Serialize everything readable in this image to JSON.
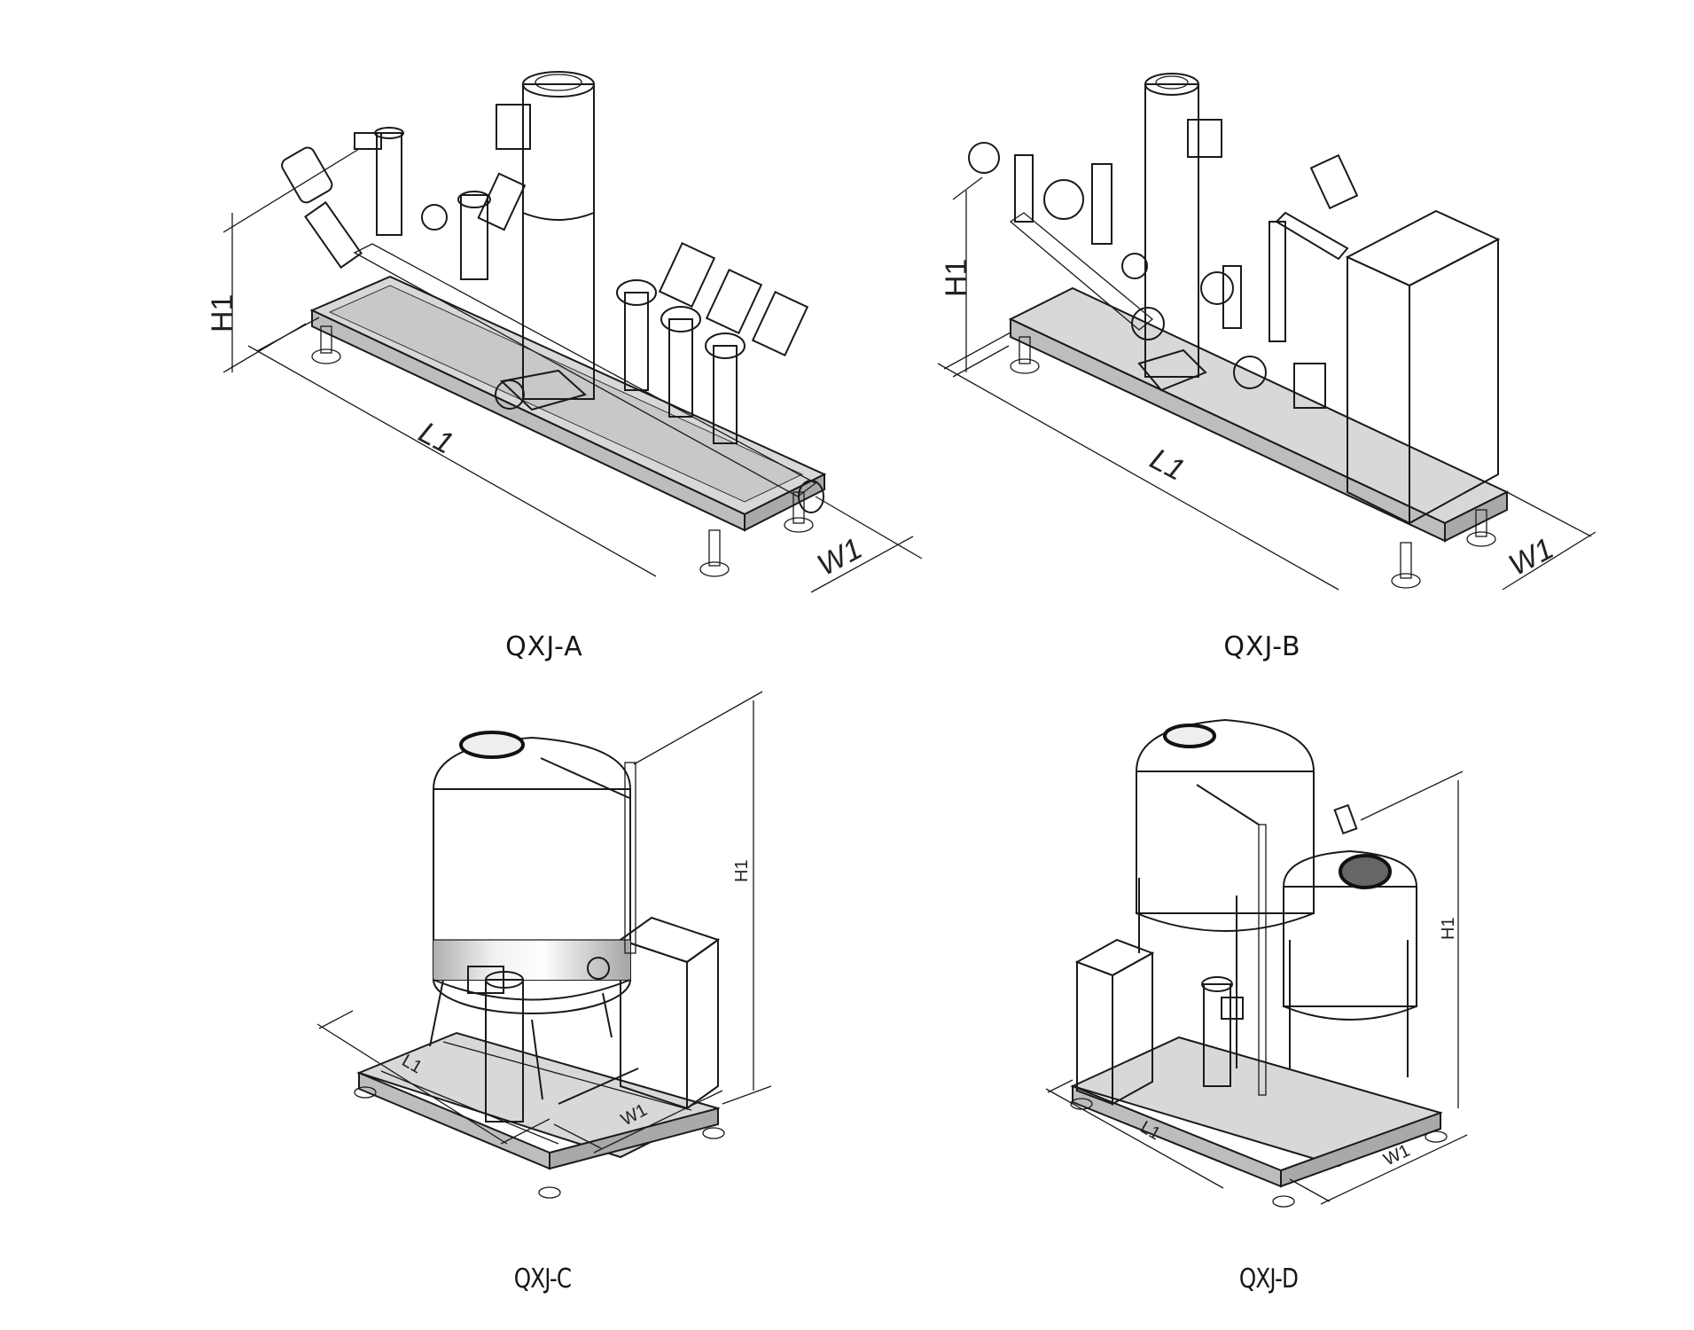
{
  "figure": {
    "panels": [
      {
        "id": "qxj-a",
        "caption": "QXJ-A",
        "dims": {
          "length": "L1",
          "width": "W1",
          "height": "H1"
        },
        "components": [
          "frame",
          "vertical-pump-motor",
          "valve-manifold",
          "pressure-gauge",
          "angle-seat-valves"
        ]
      },
      {
        "id": "qxj-b",
        "caption": "QXJ-B",
        "dims": {
          "length": "L1",
          "width": "W1",
          "height": "H1"
        },
        "components": [
          "frame",
          "vertical-pump-motor",
          "valve-manifold",
          "control-cabinet",
          "angle-seat-valves"
        ]
      },
      {
        "id": "qxj-c",
        "caption": "QXJ-C",
        "dims": {
          "length": "L1",
          "width": "W1",
          "height": "H1"
        },
        "components": [
          "frame",
          "storage-tank",
          "vertical-pump",
          "control-cabinet",
          "piping"
        ]
      },
      {
        "id": "qxj-d",
        "caption": "QXJ-D",
        "dims": {
          "length": "L1",
          "width": "W1",
          "height": "H1"
        },
        "components": [
          "frame",
          "large-storage-tank",
          "small-storage-tank",
          "vertical-pump",
          "control-cabinet",
          "piping"
        ]
      }
    ]
  },
  "colors": {
    "background": "#ffffff",
    "line": "#1a1a1a",
    "metal_light": "#f2f2f2",
    "metal_mid": "#cfcfcf",
    "metal_dark": "#9c9c9c",
    "caption": "#1a1414"
  }
}
